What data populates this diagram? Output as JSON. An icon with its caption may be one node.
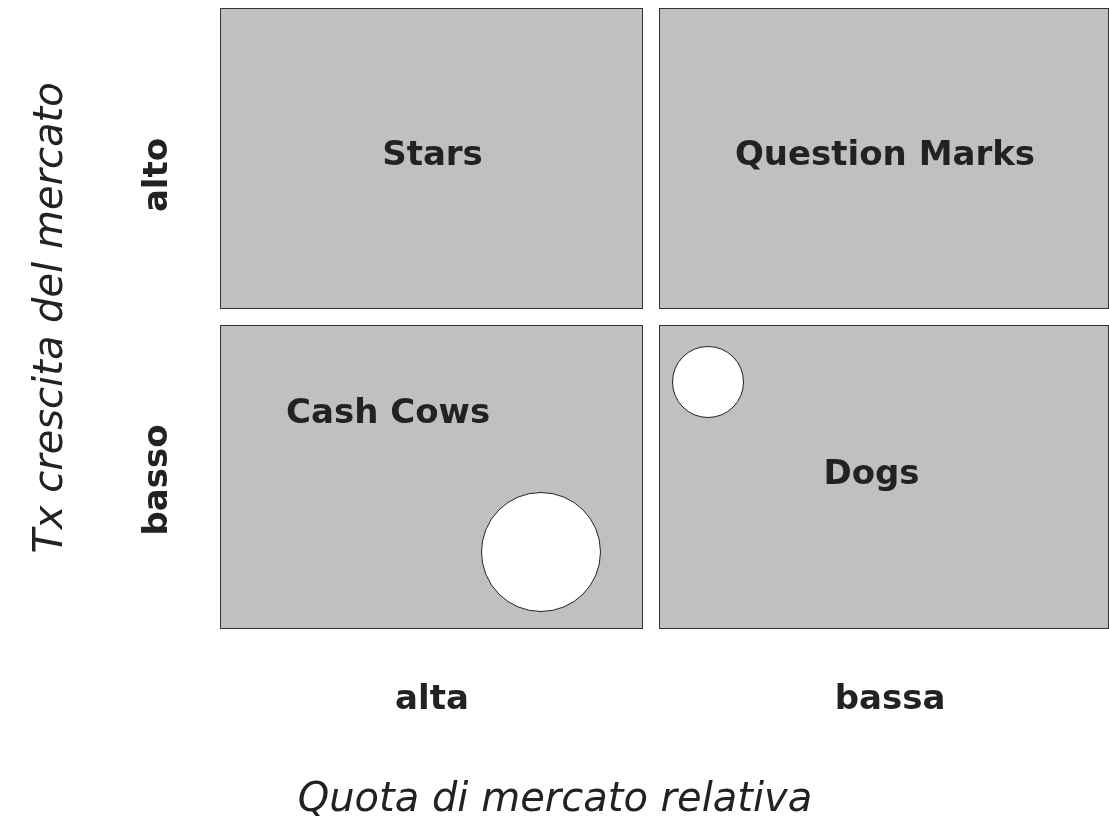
{
  "diagram": {
    "nodes": [
      {
        "text": [
          "Stars"
        ]
      },
      {
        "text": [
          "Question Marks"
        ]
      },
      {
        "text": [
          "Cash Cows"
        ]
      },
      {
        "text": [],
        "shape": "circle",
        "in": 2
      },
      {
        "text": [
          "Dogs"
        ]
      },
      {
        "text": [],
        "shape": "circle",
        "in": 4
      }
    ],
    "edges": [],
    "labels": [
      "Tx crescita del mercato",
      "alto",
      "basso",
      "alta",
      "bassa",
      "Quota di mercato relativa"
    ]
  }
}
